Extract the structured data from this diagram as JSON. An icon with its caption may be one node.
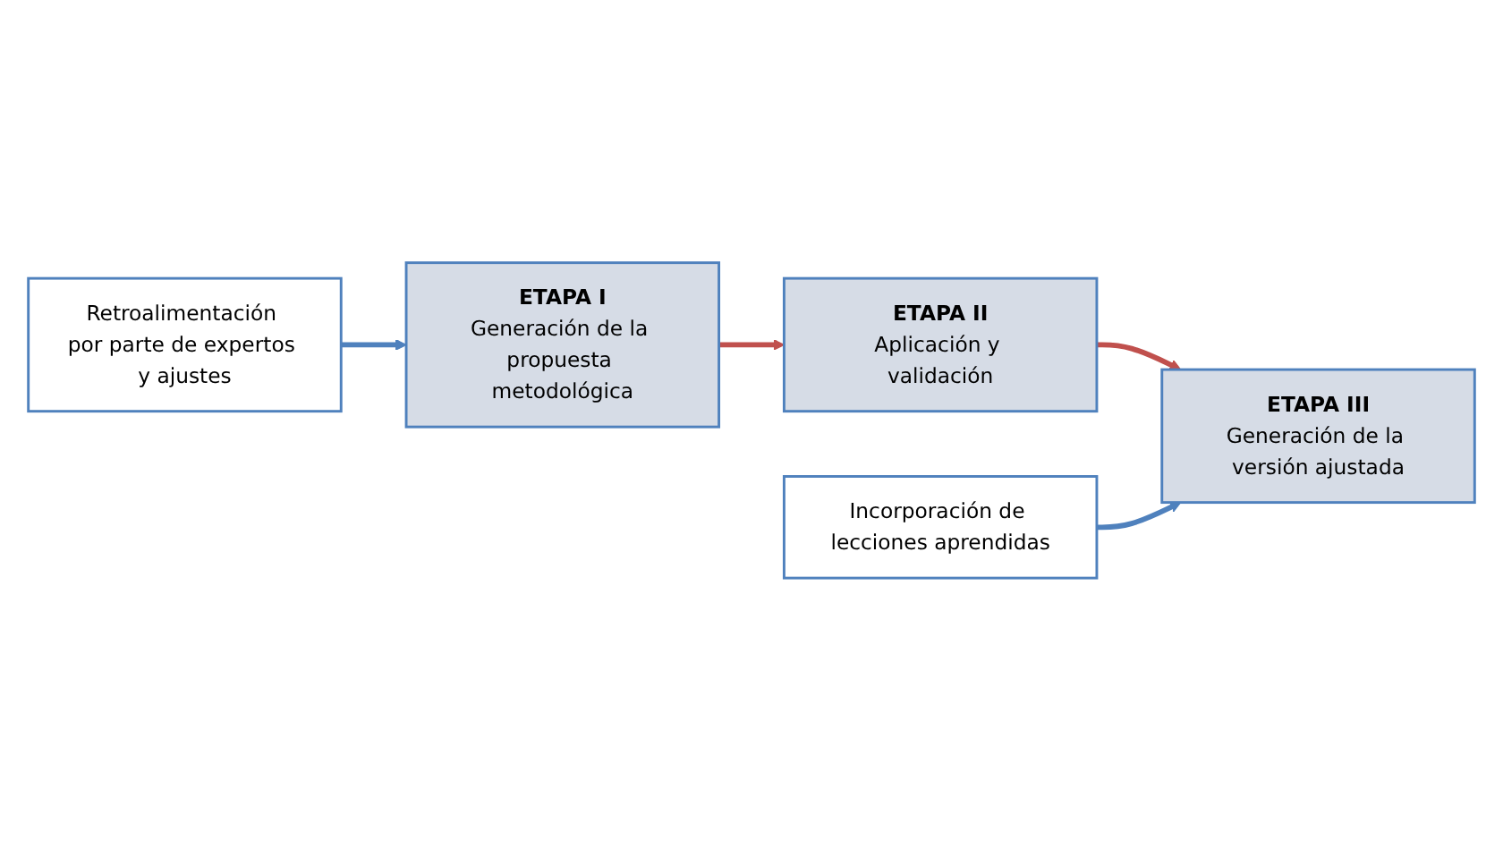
{
  "diagram": {
    "nodes": [
      {
        "text": [
          "ETAPA I",
          "Generación de la propuesta metodológica"
        ]
      },
      {
        "text": [
          "ETAPA II",
          "Aplicación y validación"
        ]
      },
      {
        "text": [
          "ETAPA III",
          "Generación de la versión ajustada"
        ]
      },
      {
        "text": [
          "Retroalimentación por parte de expertos y ajustes"
        ]
      },
      {
        "text": [
          "Incorporación de lecciones aprendidas"
        ]
      }
    ],
    "edges": [
      {
        "from": 3,
        "to": 0,
        "arrow": "to",
        "color": "#4f81bd"
      },
      {
        "from": 0,
        "to": 1,
        "arrow": "to",
        "color": "#c0504d"
      },
      {
        "from": 1,
        "to": 2,
        "arrow": "to",
        "color": "#c0504d"
      },
      {
        "from": 4,
        "to": 2,
        "arrow": "to",
        "color": "#4f81bd"
      }
    ]
  }
}
